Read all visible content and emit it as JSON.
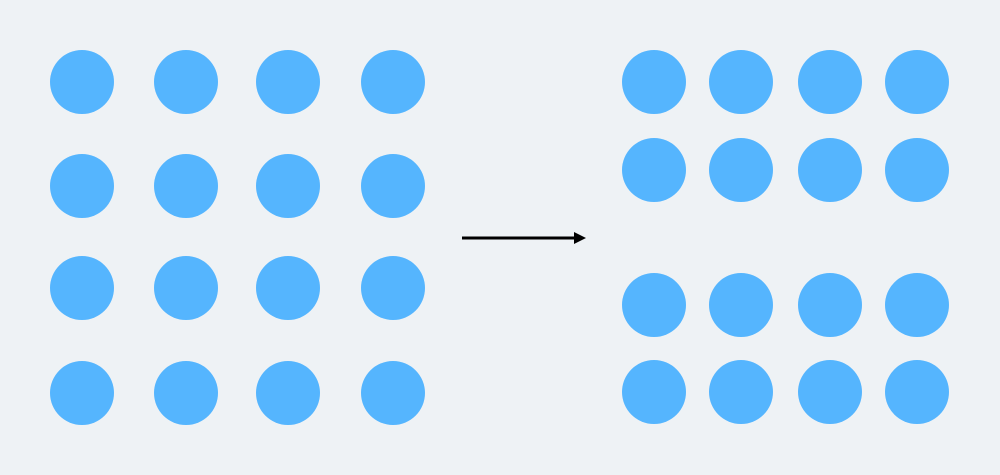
{
  "colors": {
    "background": "#eef2f5",
    "dot": "#55b5fe",
    "arrow": "#000000"
  },
  "diagram": {
    "before": {
      "rows": 4,
      "columns": 4,
      "groups": 1
    },
    "after": {
      "groups": 2,
      "rows_per_group": 2,
      "columns": 4
    },
    "connector": "arrow-right-icon"
  }
}
